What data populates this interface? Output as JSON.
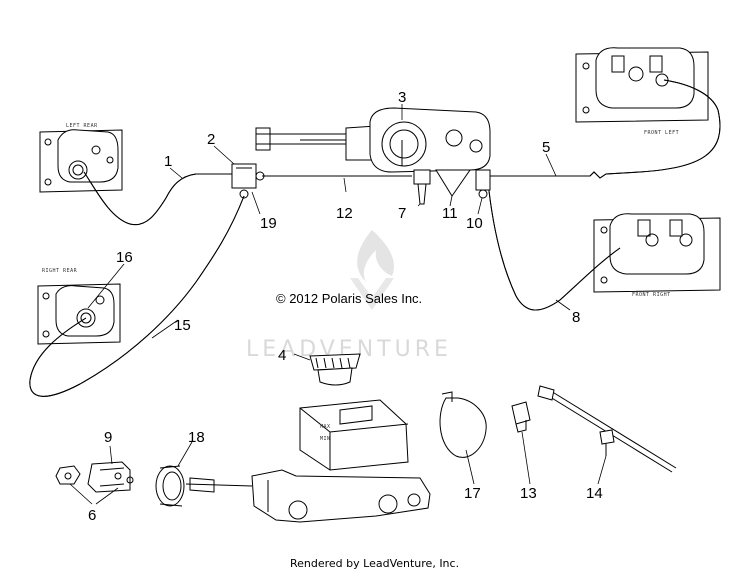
{
  "labels": {
    "left_rear": "LEFT REAR",
    "right_rear": "RIGHT REAR",
    "front_left": "FRONT LEFT",
    "front_right": "FRONT RIGHT",
    "mc_max": "MAX",
    "mc_min": "MIN"
  },
  "copyright": "© 2012 Polaris Sales Inc.",
  "watermark": "LEADVENTURE",
  "footer": "Rendered by LeadVenture, Inc.",
  "callouts": [
    "1",
    "2",
    "3",
    "4",
    "5",
    "6",
    "7",
    "8",
    "9",
    "10",
    "11",
    "12",
    "13",
    "14",
    "15",
    "16",
    "17",
    "18",
    "19"
  ]
}
